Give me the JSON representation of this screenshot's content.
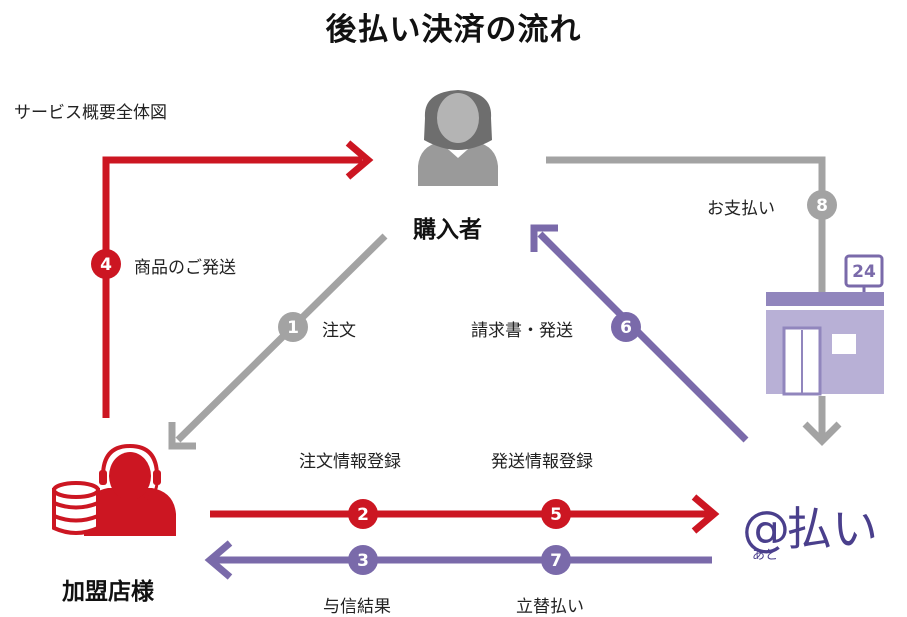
{
  "title": "後払い決済の流れ",
  "subtitle": "サービス概要全体図",
  "actors": {
    "buyer": "購入者",
    "merchant": "加盟店様",
    "brand_prefix": "@",
    "brand_small": "あと",
    "brand_main": "払い",
    "store_badge": "24"
  },
  "steps": [
    {
      "num": "1",
      "label": "注文"
    },
    {
      "num": "2",
      "label": "注文情報登録"
    },
    {
      "num": "3",
      "label": "与信結果"
    },
    {
      "num": "4",
      "label": "商品のご発送"
    },
    {
      "num": "5",
      "label": "発送情報登録"
    },
    {
      "num": "6",
      "label": "請求書・発送"
    },
    {
      "num": "7",
      "label": "立替払い"
    },
    {
      "num": "8",
      "label": "お支払い"
    }
  ],
  "colors": {
    "red": "#cc1622",
    "gray": "#a3a3a3",
    "purple": "#7a6aaa",
    "store_fill": "#b8b0d6"
  }
}
